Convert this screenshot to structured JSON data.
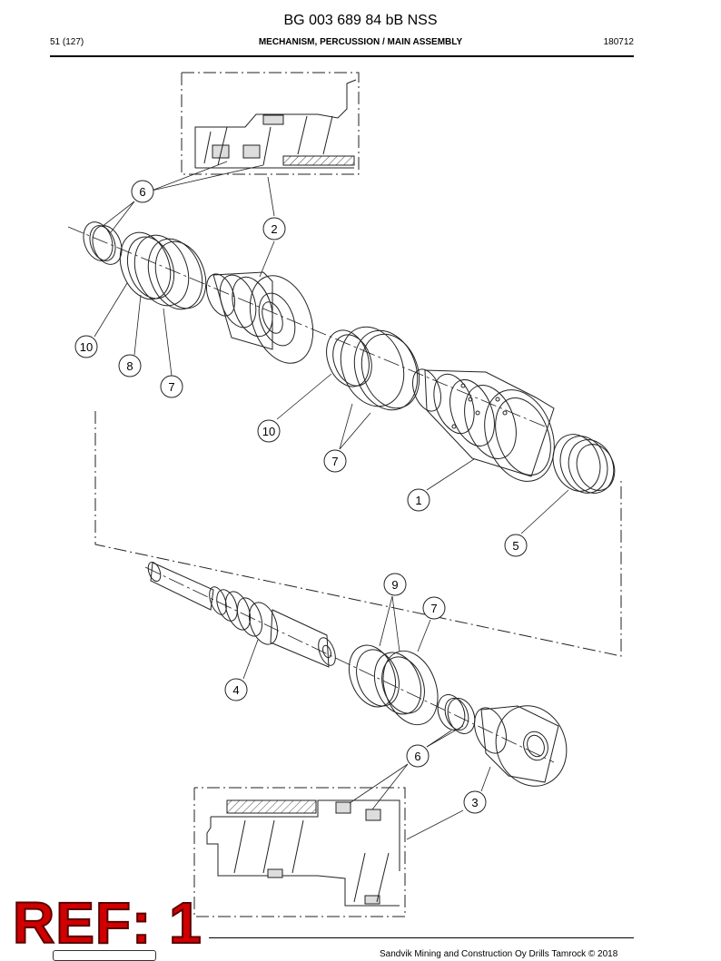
{
  "document": {
    "title": "BG 003 689 84 bB NSS",
    "page": "51 (127)",
    "section": "MECHANISM, PERCUSSION / MAIN ASSEMBLY",
    "date": "180712",
    "footer": "Sandvik Mining and Construction Oy Drills Tamrock © 2018"
  },
  "stamp": {
    "text": "REF: 1",
    "color": "#d00000"
  },
  "callouts": [
    "6",
    "2",
    "10",
    "8",
    "7",
    "10",
    "7",
    "1",
    "5",
    "9",
    "7",
    "4",
    "6",
    "3"
  ]
}
